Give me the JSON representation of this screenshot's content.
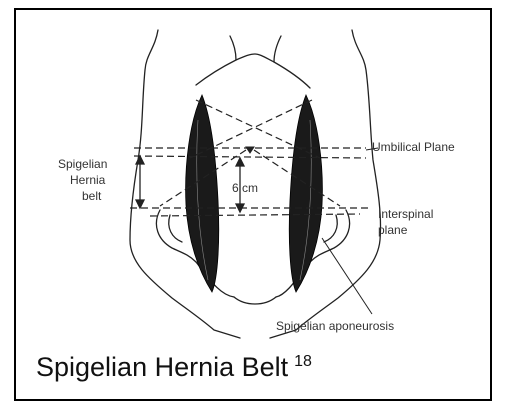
{
  "figure": {
    "labels": {
      "umbilical_plane": "Umbilical Plane",
      "belt_line1": "Spigelian",
      "belt_line2": "Hernia",
      "belt_line3": "belt",
      "distance": "6 cm",
      "interspinal_line1": "Interspinal",
      "interspinal_line2": "plane",
      "aponeurosis": "Spigelian aponeurosis"
    }
  },
  "caption": {
    "text": "Spigelian Hernia Belt",
    "reference": "18"
  }
}
